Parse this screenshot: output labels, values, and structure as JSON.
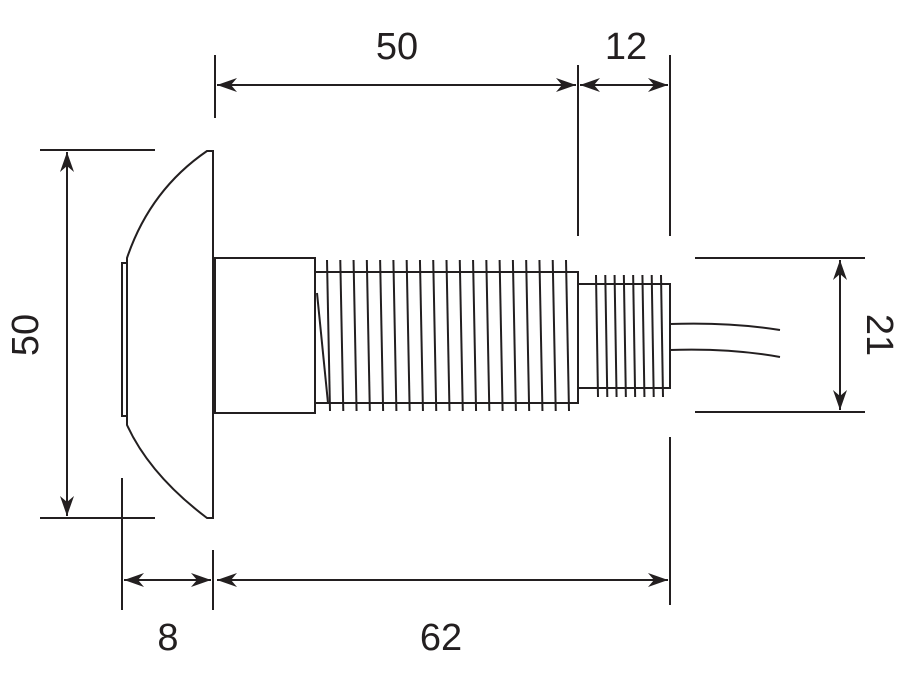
{
  "drawing": {
    "dimensions": {
      "thread_length": "50",
      "tip_length": "12",
      "head_diameter": "50",
      "head_thickness": "8",
      "total_length": "62",
      "thread_diameter": "21"
    },
    "colors": {
      "line": "#231f20",
      "background": "#ffffff"
    }
  }
}
